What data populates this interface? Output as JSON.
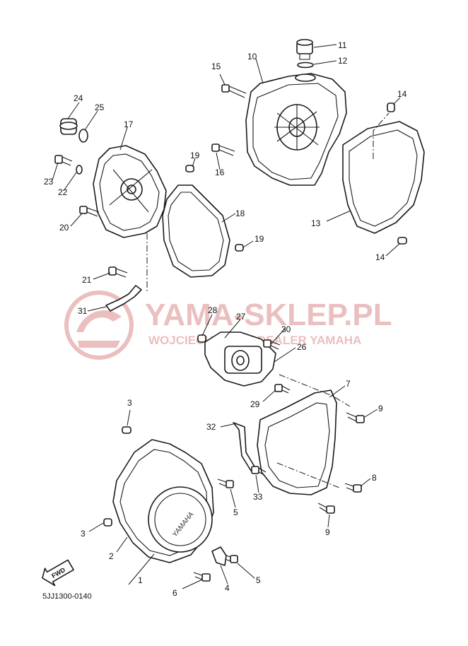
{
  "watermark": {
    "title": "YAMA-SKLEP.PL",
    "subtitle": "WOJCIECHOWSKI DEALER YAMAHA",
    "color": "#e8b4b4"
  },
  "cover_brand": "YAMAHA",
  "fwd_label": "FWD",
  "diagram_code": "5JJ1300-0140",
  "callouts": {
    "c1": "1",
    "c2": "2",
    "c3a": "3",
    "c3b": "3",
    "c4": "4",
    "c5a": "5",
    "c5b": "5",
    "c6": "6",
    "c7": "7",
    "c8": "8",
    "c9a": "9",
    "c9b": "9",
    "c10": "10",
    "c11": "11",
    "c12": "12",
    "c13": "13",
    "c14a": "14",
    "c14b": "14",
    "c15": "15",
    "c16": "16",
    "c17": "17",
    "c18": "18",
    "c19a": "19",
    "c19b": "19",
    "c20": "20",
    "c21": "21",
    "c22": "22",
    "c23": "23",
    "c24": "24",
    "c25": "25",
    "c26": "26",
    "c27": "27",
    "c28": "28",
    "c29": "29",
    "c30": "30",
    "c31": "31",
    "c32": "32",
    "c33": "33"
  }
}
